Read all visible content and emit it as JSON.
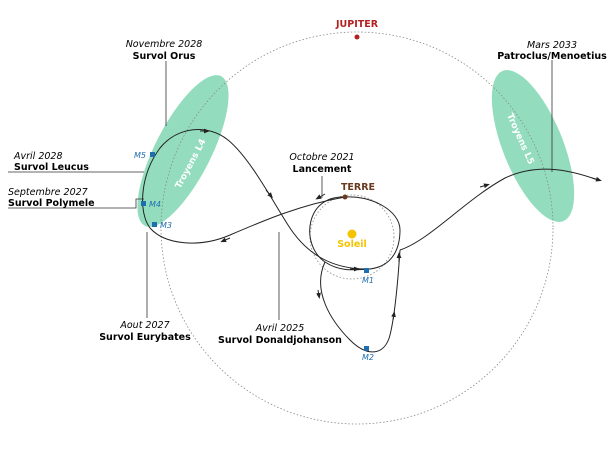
{
  "bodies": {
    "jupiter": {
      "label": "JUPITER",
      "color": "#b22222"
    },
    "earth": {
      "label": "TERRE",
      "color": "#6b3a1e"
    },
    "sun": {
      "label": "Soleil",
      "color": "#f5c400"
    }
  },
  "trojans": {
    "l4": {
      "label": "Troyens L4",
      "color": "#6fd1a8"
    },
    "l5": {
      "label": "Troyens L5",
      "color": "#6fd1a8"
    }
  },
  "events": {
    "orus": {
      "date": "Novembre 2028",
      "name": "Survol Orus"
    },
    "leucus": {
      "date": "Avril 2028",
      "name": "Survol Leucus"
    },
    "polymele": {
      "date": "Septembre 2027",
      "name": "Survol Polymele"
    },
    "eurybates": {
      "date": "Aout 2027",
      "name": "Survol Eurybates"
    },
    "donaldjohanson": {
      "date": "Avril 2025",
      "name": "Survol Donaldjohanson"
    },
    "launch": {
      "date": "Octobre 2021",
      "name": "Lancement"
    },
    "patroclus": {
      "date": "Mars 2033",
      "name": "Patroclus/Menoetius"
    }
  },
  "maneuvers": [
    "M1",
    "M2",
    "M3",
    "M4",
    "M5"
  ],
  "colors": {
    "maneuver": "#1f6fb0",
    "trajectory": "#222222",
    "orbit": "#888888"
  }
}
